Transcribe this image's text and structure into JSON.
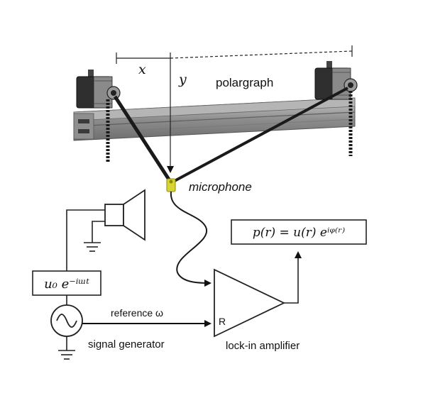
{
  "labels": {
    "x_axis": "x",
    "y_axis": "y",
    "polargraph": "polargraph",
    "microphone": "microphone",
    "reference": "reference ω",
    "signal_generator": "signal generator",
    "lockin": "lock-in amplifier",
    "lockin_input": "R"
  },
  "equations": {
    "source": "u₀ e⁻ⁱᵚᵗ",
    "pressure": "p(r) = u(r) eⁱᵠ⁽ʳ⁾"
  },
  "colors": {
    "rail": "#9a9a9a",
    "motor": "#2b2b2b",
    "mic": "#d7d531",
    "line": "#222222"
  }
}
